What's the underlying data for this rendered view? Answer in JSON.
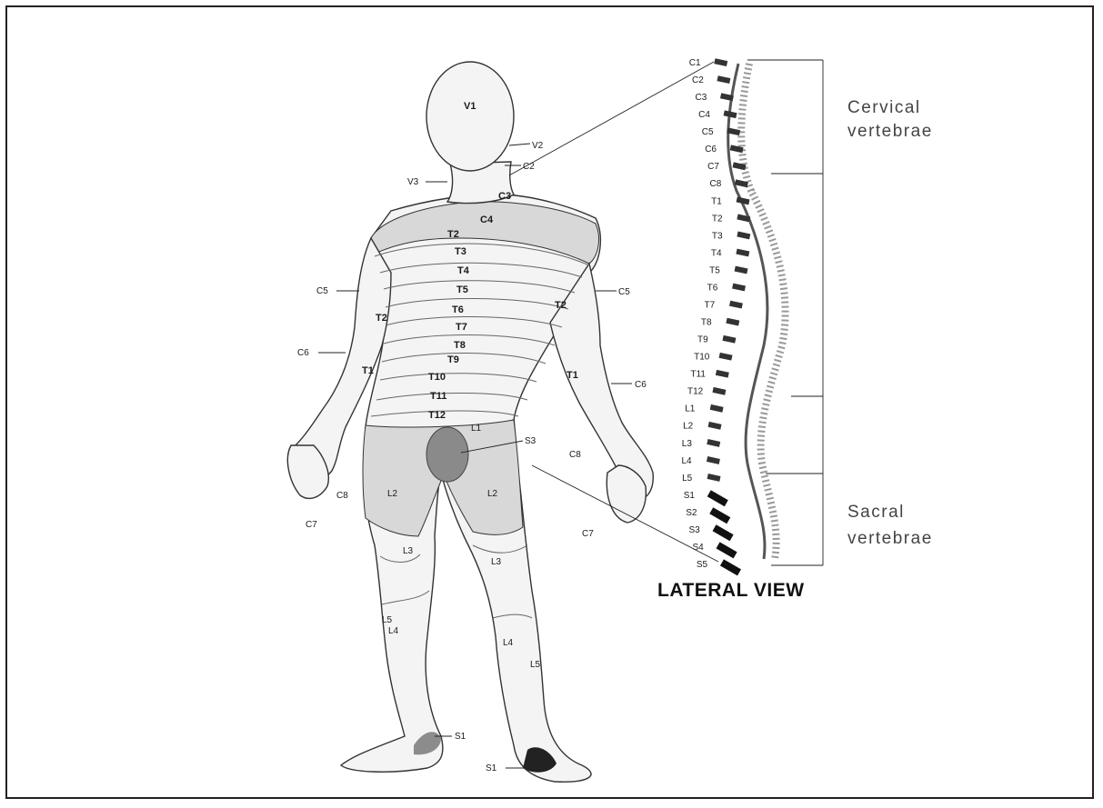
{
  "colors": {
    "skin": "#f4f4f4",
    "shaded_region": "#d8d8d8",
    "groin_patch": "#8a8a8a",
    "sole_light": "#8c8c8c",
    "sole_dark": "#222222",
    "outline": "#333333"
  },
  "body_labels": {
    "V1": "V1",
    "V2": "V2",
    "V3": "V3",
    "C2": "C2",
    "C3": "C3",
    "C4": "C4",
    "C5_left": "C5",
    "C5_right": "C5",
    "C6_left": "C6",
    "C6_right": "C6",
    "C7_left": "C7",
    "C7_right": "C7",
    "C8_left": "C8",
    "C8_right": "C8",
    "T1_left": "T1",
    "T1_right": "T1",
    "T2_left": "T2",
    "T2_right": "T2",
    "T2": "T2",
    "T3": "T3",
    "T4": "T4",
    "T5": "T5",
    "T6": "T6",
    "T7": "T7",
    "T8": "T8",
    "T9": "T9",
    "T10": "T10",
    "T11": "T11",
    "T12": "T12",
    "L1": "L1",
    "L2_left": "L2",
    "L2_right": "L2",
    "L3_left": "L3",
    "L3_right": "L3",
    "L4_left": "L4",
    "L4_right": "L4",
    "L5_left": "L5",
    "L5_right": "L5",
    "S1_left": "S1",
    "S1_right": "S1",
    "S3": "S3"
  },
  "spine_labels": [
    "C1",
    "C2",
    "C3",
    "C4",
    "C5",
    "C6",
    "C7",
    "C8",
    "T1",
    "T2",
    "T3",
    "T4",
    "T5",
    "T6",
    "T7",
    "T8",
    "T9",
    "T10",
    "T11",
    "T12",
    "L1",
    "L2",
    "L3",
    "L4",
    "L5",
    "S1",
    "S2",
    "S3",
    "S4",
    "S5"
  ],
  "regions": {
    "cervical_line1": "Cervical",
    "cervical_line2": "vertebrae",
    "sacral_line1": "Sacral",
    "sacral_line2": "vertebrae"
  },
  "view_title": "LATERAL VIEW"
}
